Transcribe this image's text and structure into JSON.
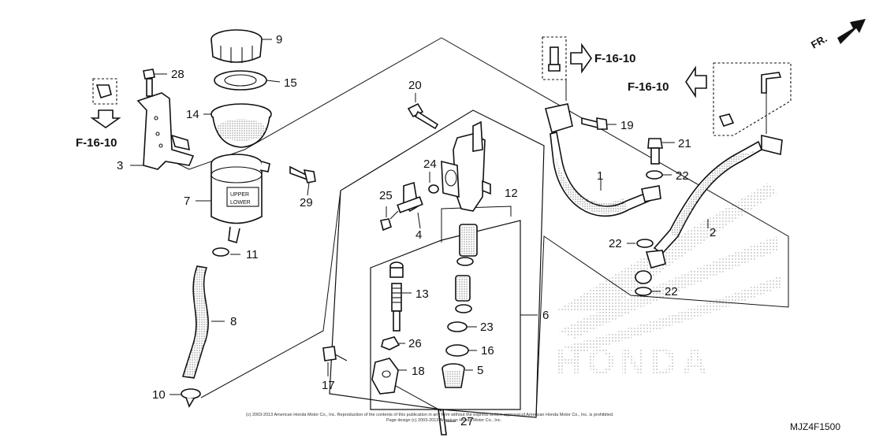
{
  "diagram_code": "MJZ4F1500",
  "direction_label": "FR.",
  "refs": [
    "F-16-10",
    "F-16-10",
    "F-16-10"
  ],
  "copyright": [
    "(c) 2003-2013 American Honda Motor Co., Inc. Reproduction of the contents of this publication in any form without the express written approval of American Honda Motor Co., Inc. is prohibited.",
    "Page design (c) 2003-2013 American Honda Motor Co., Inc."
  ],
  "watermark": "HONDA",
  "callouts": {
    "c1": "1",
    "c2": "2",
    "c3": "3",
    "c4": "4",
    "c5": "5",
    "c6": "6",
    "c7": "7",
    "c8": "8",
    "c9": "9",
    "c10": "10",
    "c11": "11",
    "c12": "12",
    "c13": "13",
    "c14": "14",
    "c15": "15",
    "c16": "16",
    "c17": "17",
    "c18": "18",
    "c19": "19",
    "c20": "20",
    "c21": "21",
    "c22a": "22",
    "c22b": "22",
    "c22c": "22",
    "c23": "23",
    "c24": "24",
    "c25": "25",
    "c26": "26",
    "c27": "27",
    "c28": "28",
    "c29": "29"
  },
  "reservoir_marks": [
    "UPPER",
    "LOWER"
  ]
}
